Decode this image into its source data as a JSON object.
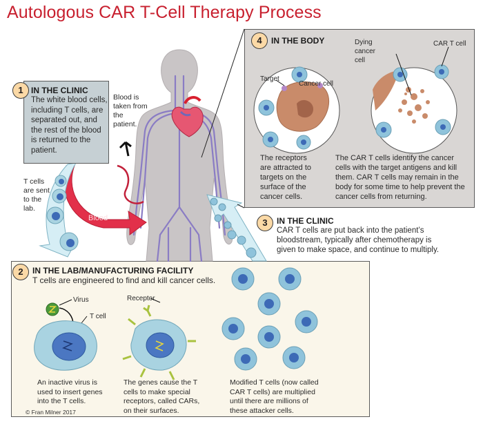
{
  "title": "Autologous CAR T-Cell Therapy Process",
  "colors": {
    "title_red": "#c8202f",
    "badge_fill": "#fbd9a6",
    "step1_box": "#c6d0d4",
    "step4_box": "#d9d6d4",
    "step2_box": "#faf6ea",
    "body_gray": "#c9c5c6",
    "vein_purple": "#8a7cc4",
    "blood_red": "#e2304a",
    "tcell_blue": "#9fcfe0",
    "receptor_green": "#a9c23f",
    "cancer_brown": "#c98b6a"
  },
  "step1": {
    "number": "1",
    "heading": "IN THE CLINIC",
    "body": "The white blood cells, including T cells, are separated out, and the rest of the blood is returned to the patient."
  },
  "labels": {
    "blood_taken": "Blood is taken from the patient.",
    "t_cells_sent": "T cells are sent to the lab.",
    "blood": "Blood"
  },
  "step4": {
    "number": "4",
    "heading": "IN THE BODY",
    "target_label": "Target",
    "cancer_cell_label": "Cancer cell",
    "dying_label": "Dying cancer cell",
    "cart_cell_label": "CAR T cell",
    "left_caption": "The receptors are attracted to targets on the surface of the cancer cells.",
    "right_caption": "The CAR T cells identify the cancer cells with the target antigens and kill them. CAR T cells may remain in the body for some time to help prevent the cancer cells from returning."
  },
  "step3": {
    "number": "3",
    "heading": "IN THE CLINIC",
    "body": "CAR T cells are put back into the patient’s bloodstream, typically after chemotherapy is given to make space, and continue to multiply."
  },
  "step2": {
    "number": "2",
    "heading": "IN THE LAB/MANUFACTURING FACILITY",
    "subheading": "T cells are engineered to find and kill cancer cells.",
    "virus_label": "Virus",
    "tcell_label": "T cell",
    "receptor_label": "Receptor",
    "caption1": "An inactive virus is used to insert genes into the T cells.",
    "caption2": "The genes cause the T cells to make special receptors, called CARs, on their surfaces.",
    "caption3": "Modified T cells (now called CAR T cells) are multiplied until there are millions of these attacker cells."
  },
  "copyright": "© Fran Milner 2017"
}
